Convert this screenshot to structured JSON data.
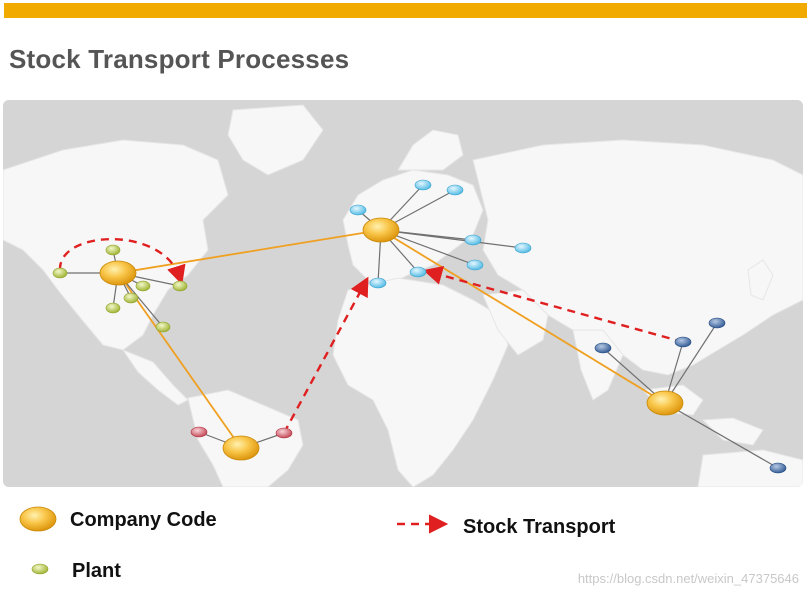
{
  "title": "Stock Transport Processes",
  "legend": {
    "company_code": "Company Code",
    "plant": "Plant",
    "stock_transport": "Stock Transport"
  },
  "watermark": "https://blog.csdn.net/weixin_47375646",
  "colors": {
    "accent_bar": "#f0aa00",
    "company_code": "#f5b21a",
    "plant_na": "#b7c94a",
    "plant_eu": "#7fd0ee",
    "plant_sa": "#d06070",
    "plant_asia": "#3d6fa8",
    "stock_transport_arrow": "#e02020",
    "link_line": "#f0a020"
  },
  "icons": {
    "company_code": "gold-ellipse-icon",
    "plant": "green-ellipse-icon",
    "stock_transport": "red-dashed-arrow-icon"
  }
}
